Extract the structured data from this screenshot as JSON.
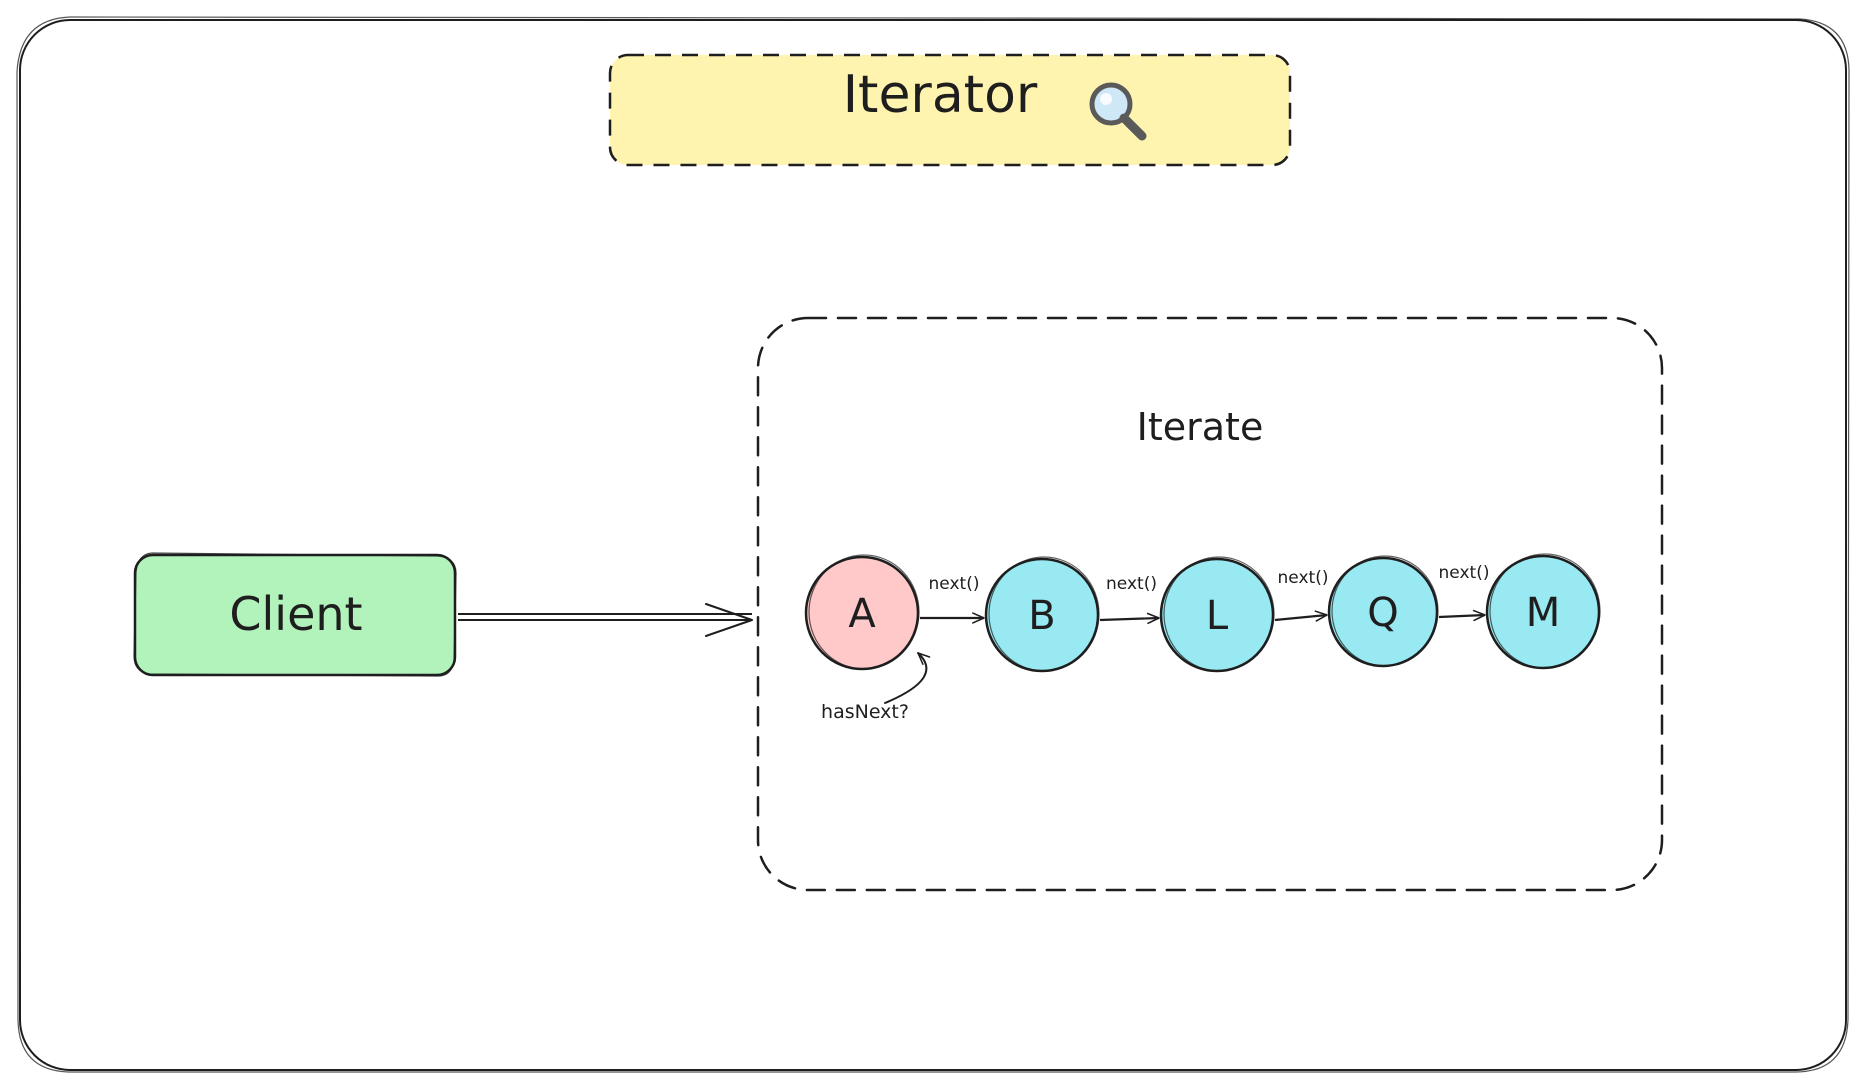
{
  "title": {
    "text": "Iterator",
    "icon": "magnifying-glass-icon",
    "fill_color": "#fff3b0"
  },
  "client": {
    "label": "Client",
    "fill_color": "#b2f2bb"
  },
  "iterate_group": {
    "label": "Iterate"
  },
  "nodes": [
    {
      "id": "a",
      "label": "A",
      "fill_color": "#ffc9c9"
    },
    {
      "id": "b",
      "label": "B",
      "fill_color": "#99e9f2"
    },
    {
      "id": "l",
      "label": "L",
      "fill_color": "#99e9f2"
    },
    {
      "id": "q",
      "label": "Q",
      "fill_color": "#99e9f2"
    },
    {
      "id": "m",
      "label": "M",
      "fill_color": "#99e9f2"
    }
  ],
  "edges": [
    {
      "from": "a",
      "to": "b",
      "label": "next()"
    },
    {
      "from": "b",
      "to": "l",
      "label": "next()"
    },
    {
      "from": "l",
      "to": "q",
      "label": "next()"
    },
    {
      "from": "q",
      "to": "m",
      "label": "next()"
    }
  ],
  "self_loop": {
    "node": "a",
    "label": "hasNext?"
  },
  "colors": {
    "stroke": "#1e1e1e",
    "background": "#ffffff"
  }
}
